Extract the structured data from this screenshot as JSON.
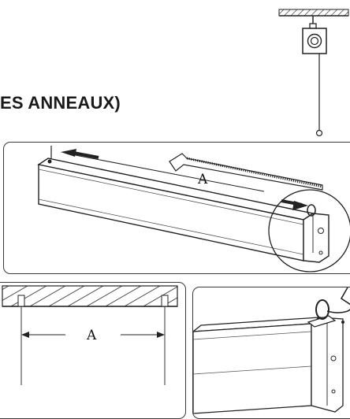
{
  "heading": {
    "text": "ES ANNEAUX)"
  },
  "labels": {
    "top_measure": "A",
    "bottom_measure": "A"
  }
}
